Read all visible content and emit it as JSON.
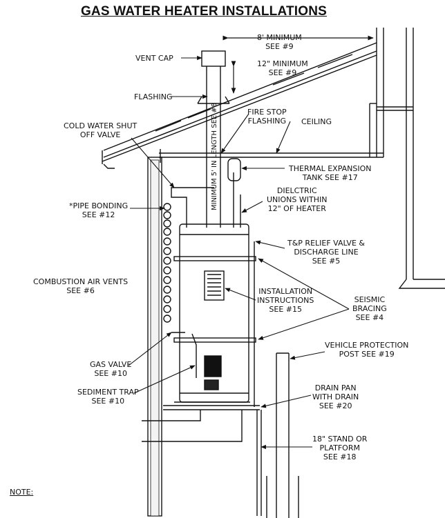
{
  "title": "GAS WATER HEATER INSTALLATIONS",
  "note": "NOTE:",
  "vertical_text": "MINIMUM 5' IN LENGTH SEE #8",
  "labels": {
    "eight_min": [
      "8' MINIMUM",
      "SEE #9"
    ],
    "twelve_min": [
      "12\" MINIMUM",
      "SEE #9"
    ],
    "vent_cap": [
      "VENT CAP"
    ],
    "flashing": [
      "FLASHING"
    ],
    "cold_water": [
      "COLD WATER SHUT",
      "OFF VALVE"
    ],
    "fire_stop": [
      "FIRE STOP",
      "FLASHING"
    ],
    "ceiling": [
      "CEILING"
    ],
    "thermal": [
      "THERMAL EXPANSION",
      "TANK SEE #17"
    ],
    "dielectric": [
      "DIELCTRIC",
      "UNIONS WITHIN",
      "12\" OF HEATER"
    ],
    "pipe_bonding": [
      "*PIPE BONDING",
      "SEE #12"
    ],
    "tp_relief": [
      "T&P RELIEF VALVE &",
      "DISCHARGE LINE",
      "SEE #5"
    ],
    "combustion": [
      "COMBUSTION AIR VENTS",
      "SEE #6"
    ],
    "installation": [
      "INSTALLATION",
      "INSTRUCTIONS",
      "SEE #15"
    ],
    "seismic": [
      "SEISMIC",
      "BRACING",
      "SEE #4"
    ],
    "vehicle": [
      "VEHICLE PROTECTION",
      "POST SEE #19"
    ],
    "gas_valve": [
      "GAS VALVE",
      "SEE #10"
    ],
    "sediment": [
      "SEDIMENT TRAP",
      "SEE #10"
    ],
    "drain_pan": [
      "DRAIN PAN",
      "WITH DRAIN",
      "SEE #20"
    ],
    "stand": [
      "18\" STAND OR",
      "PLATFORM",
      "SEE #18"
    ]
  }
}
